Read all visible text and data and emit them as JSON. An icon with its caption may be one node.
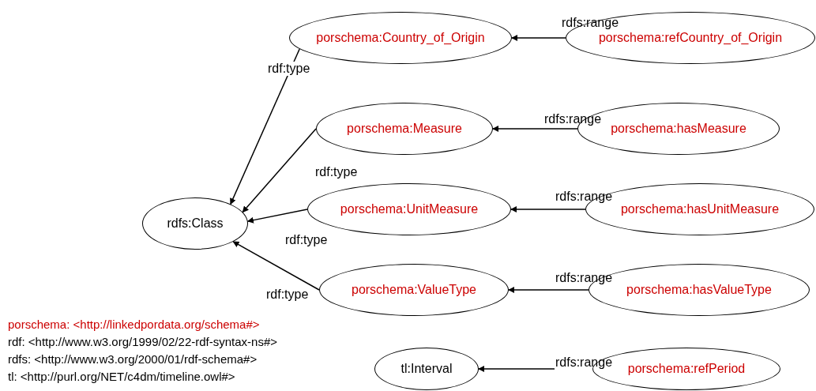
{
  "diagram": {
    "nodes": [
      {
        "text": [
          "porschema:Country_of_Origin"
        ]
      },
      {
        "text": [
          "porschema:refCountry_of_Origin"
        ]
      },
      {
        "text": [
          "porschema:Measure"
        ]
      },
      {
        "text": [
          "porschema:hasMeasure"
        ]
      },
      {
        "text": [
          "rdfs:Class"
        ]
      },
      {
        "text": [
          "porschema:UnitMeasure"
        ]
      },
      {
        "text": [
          "porschema:hasUnitMeasure"
        ]
      },
      {
        "text": [
          "porschema:ValueType"
        ]
      },
      {
        "text": [
          "porschema:hasValueType"
        ]
      },
      {
        "text": [
          "tl:Interval"
        ]
      },
      {
        "text": [
          "porschema:refPeriod"
        ]
      }
    ],
    "edges": [
      {
        "from": 1,
        "to": 0,
        "arrow": "to",
        "label": "rdfs:range"
      },
      {
        "from": 0,
        "to": 4,
        "arrow": "to",
        "label": "rdf:type"
      },
      {
        "from": 3,
        "to": 2,
        "arrow": "to",
        "label": "rdfs:range"
      },
      {
        "from": 2,
        "to": 4,
        "arrow": "to",
        "label": "rdf:type"
      },
      {
        "from": 6,
        "to": 5,
        "arrow": "to",
        "label": "rdfs:range"
      },
      {
        "from": 5,
        "to": 4,
        "arrow": "to",
        "label": "rdf:type"
      },
      {
        "from": 8,
        "to": 7,
        "arrow": "to",
        "label": "rdfs:range"
      },
      {
        "from": 7,
        "to": 4,
        "arrow": "to",
        "label": "rdf:type"
      },
      {
        "from": 10,
        "to": 9,
        "arrow": "to",
        "label": "rdfs:range"
      }
    ],
    "labels": [
      "porschema: <http://linkedpordata.org/schema#>",
      "rdf: <http://www.w3.org/1999/02/22-rdf-syntax-ns#>",
      "rdfs: <http://www.w3.org/2000/01/rdf-schema#>",
      "tl: <http://purl.org/NET/c4dm/timeline.owl#>"
    ]
  }
}
